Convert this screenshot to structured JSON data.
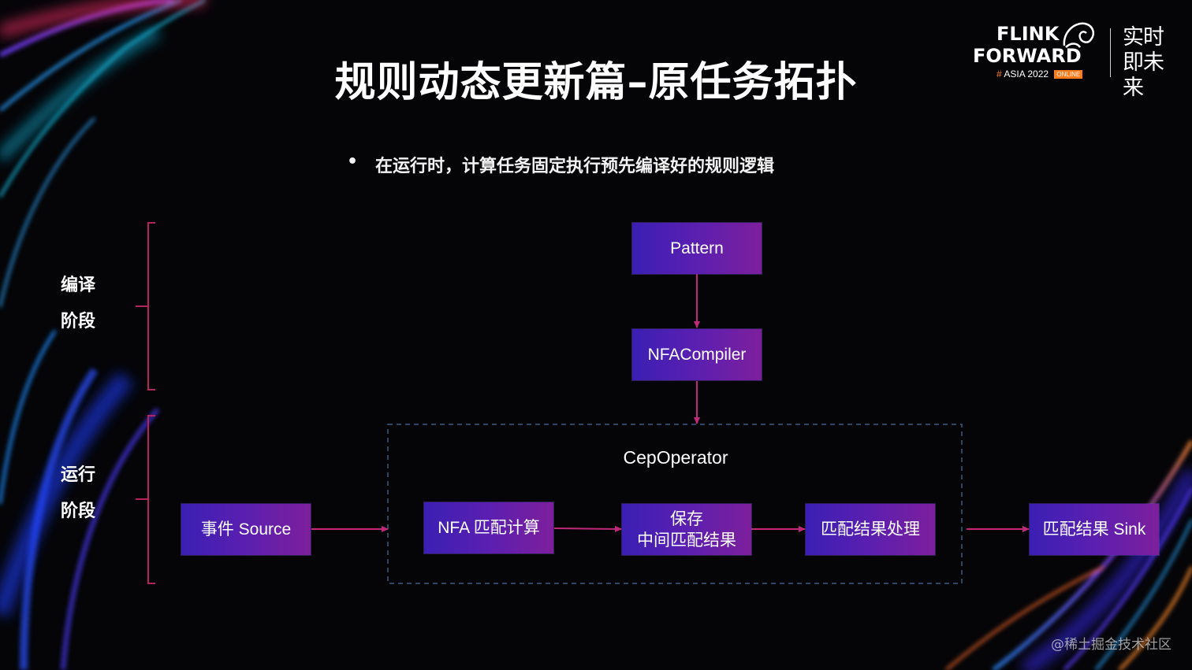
{
  "slide": {
    "title": "规则动态更新篇–原任务拓扑",
    "bullet_marker": "•",
    "bullet_text": "在运行时，计算任务固定执行预先编译好的规则逻辑"
  },
  "logo": {
    "line1": "FLINK",
    "line2": "FORWARD",
    "hash": "#",
    "year": "ASIA 2022",
    "badge": "ONLINE",
    "tagline": "实时即未来"
  },
  "stages": [
    {
      "line1": "编译",
      "line2": "阶段"
    },
    {
      "line1": "运行",
      "line2": "阶段"
    }
  ],
  "nodes": {
    "pattern": "Pattern",
    "compiler": "NFACompiler",
    "operator": "CepOperator",
    "source": "事件 Source",
    "nfa_match": "NFA 匹配计算",
    "save_line1": "保存",
    "save_line2": "中间匹配结果",
    "process": "匹配结果处理",
    "sink": "匹配结果 Sink"
  },
  "colors": {
    "box_start": "#3a1fb4",
    "box_end": "#7d1f9c",
    "arrow": "#c0287a",
    "bracket": "#b5235f",
    "dashed_border": "#3b5b86"
  },
  "watermark": "@稀土掘金技术社区"
}
